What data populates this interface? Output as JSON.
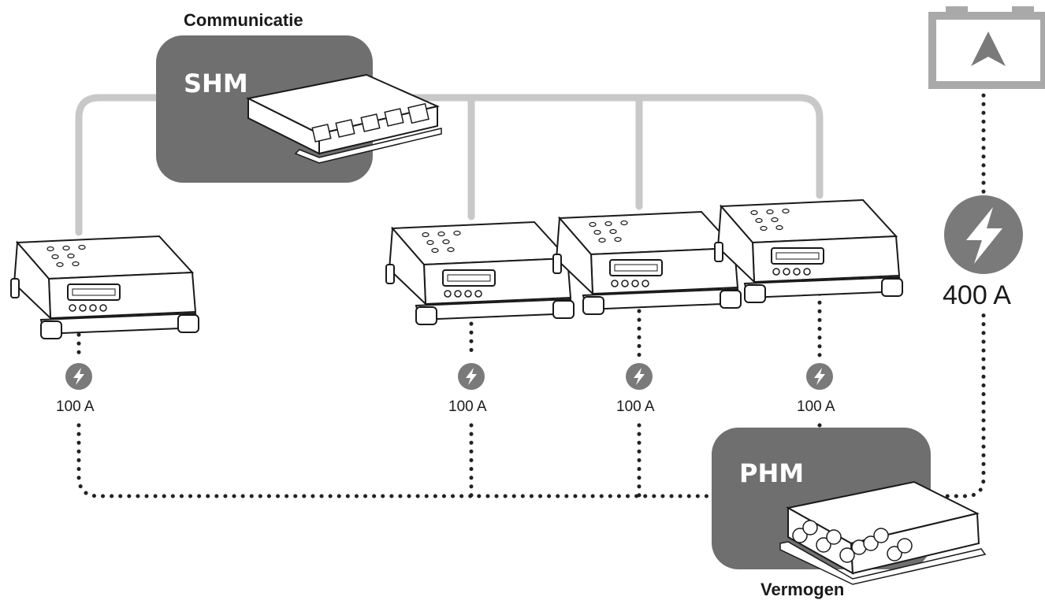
{
  "labels": {
    "communication": "Communicatie",
    "power": "Vermogen",
    "shm": "SHM",
    "phm": "PHM"
  },
  "chargers": [
    {
      "current": "100 A"
    },
    {
      "current": "100 A"
    },
    {
      "current": "100 A"
    },
    {
      "current": "100 A"
    }
  ],
  "battery": {
    "current": "400 A"
  },
  "colors": {
    "comm_line": "#c8c8c8",
    "module_box": "#6f6f6f",
    "icon_fill": "#7a7a7a",
    "battery_outline": "#a9a9a9",
    "dotted_line": "#222222"
  },
  "icons": [
    "lightning-icon",
    "battery-icon",
    "arrow-up-icon"
  ]
}
